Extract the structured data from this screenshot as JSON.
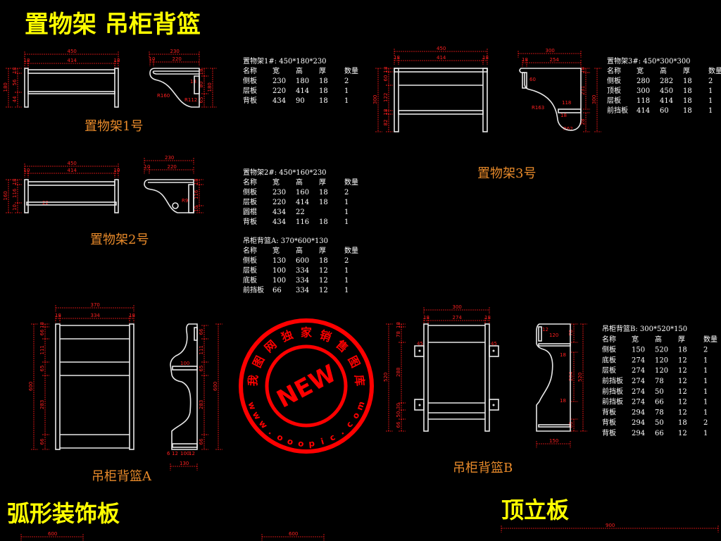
{
  "title": "置物架  吊柜背篮",
  "labels": {
    "shelf1": "置物架1号",
    "shelf2": "置物架2号",
    "shelf3": "置物架3号",
    "basketA": "吊柜背篮A",
    "basketB": "吊柜背篮B",
    "arc_panel": "弧形装饰板",
    "top_panel": "顶立板"
  },
  "tables": {
    "shelf1": {
      "title": "置物架1#: 450*180*230",
      "header": [
        "名称",
        "宽",
        "高",
        "厚",
        "数量"
      ],
      "rows": [
        [
          "侧板",
          "230",
          "180",
          "18",
          "2"
        ],
        [
          "层板",
          "220",
          "414",
          "18",
          "1"
        ],
        [
          "背板",
          "434",
          "90",
          "18",
          "1"
        ]
      ]
    },
    "shelf2": {
      "title": "置物架2#: 450*160*230",
      "header": [
        "名称",
        "宽",
        "高",
        "厚",
        "数量"
      ],
      "rows": [
        [
          "侧板",
          "230",
          "160",
          "18",
          "2"
        ],
        [
          "层板",
          "220",
          "414",
          "18",
          "1"
        ],
        [
          "圆棍",
          "434",
          "22",
          "",
          "1"
        ],
        [
          "背板",
          "434",
          "116",
          "18",
          "1"
        ]
      ]
    },
    "shelf3": {
      "title": "置物架3#: 450*300*300",
      "header": [
        "名称",
        "宽",
        "高",
        "厚",
        "数量"
      ],
      "rows": [
        [
          "侧板",
          "280",
          "282",
          "18",
          "2"
        ],
        [
          "顶板",
          "300",
          "450",
          "18",
          "1"
        ],
        [
          "层板",
          "118",
          "414",
          "18",
          "1"
        ],
        [
          "前挡板",
          "414",
          "60",
          "18",
          "1"
        ]
      ]
    },
    "basketA": {
      "title": "吊柜背篮A: 370*600*130",
      "header": [
        "名称",
        "宽",
        "高",
        "厚",
        "数量"
      ],
      "rows": [
        [
          "侧板",
          "130",
          "600",
          "18",
          "2"
        ],
        [
          "层板",
          "100",
          "334",
          "12",
          "1"
        ],
        [
          "底板",
          "100",
          "334",
          "12",
          "1"
        ],
        [
          "前挡板",
          "66",
          "334",
          "12",
          "1"
        ]
      ]
    },
    "basketB": {
      "title": "吊柜背篮B: 300*520*150",
      "header": [
        "名称",
        "宽",
        "高",
        "厚",
        "数量"
      ],
      "rows": [
        [
          "侧板",
          "150",
          "520",
          "18",
          "2"
        ],
        [
          "底板",
          "274",
          "120",
          "12",
          "1"
        ],
        [
          "层板",
          "274",
          "120",
          "12",
          "1"
        ],
        [
          "前挡板",
          "274",
          "78",
          "12",
          "1"
        ],
        [
          "前挡板",
          "274",
          "50",
          "12",
          "1"
        ],
        [
          "前挡板",
          "274",
          "66",
          "12",
          "1"
        ],
        [
          "背板",
          "294",
          "78",
          "12",
          "1"
        ],
        [
          "背板",
          "294",
          "50",
          "18",
          "2"
        ],
        [
          "背板",
          "294",
          "66",
          "12",
          "1"
        ]
      ]
    }
  },
  "dims": {
    "shelf1": [
      "450",
      "18",
      "414",
      "18",
      "180",
      "18",
      "56",
      "44",
      "230",
      "10",
      "220",
      "180",
      "18",
      "80",
      "65",
      "R160",
      "R112",
      "18"
    ],
    "shelf2": [
      "450",
      "10",
      "414",
      "10",
      "160",
      "116",
      "18",
      "10",
      "230",
      "10",
      "220",
      "18",
      "116",
      "10",
      "R9",
      "22"
    ],
    "shelf3": [
      "450",
      "18",
      "414",
      "18",
      "300",
      "18",
      "60",
      "122",
      "18",
      "82",
      "300",
      "18",
      "254",
      "300",
      "18",
      "231",
      "28",
      "R163",
      "R62",
      "118",
      "18",
      "60"
    ],
    "basketA": [
      "370",
      "18",
      "334",
      "18",
      "600",
      "18",
      "66",
      "111",
      "65",
      "283",
      "66",
      "600",
      "66",
      "111",
      "65",
      "283",
      "66",
      "100",
      "6",
      "12",
      "100",
      "12",
      "130"
    ],
    "basketB": [
      "300",
      "18",
      "274",
      "18",
      "520",
      "18",
      "78",
      "288",
      "30",
      "50",
      "66",
      "45",
      "45",
      "520",
      "78",
      "204",
      "66",
      "120",
      "12",
      "150",
      "18",
      "18"
    ],
    "bottom": [
      "600",
      "600",
      "900"
    ]
  },
  "watermark": {
    "top_text": "我图网独家销售图库",
    "bottom_text": "www.ooopic.com",
    "center_text": "NEW"
  },
  "colors": {
    "title": "#ffff00",
    "label": "#e88a2a",
    "dimension": "#ff0000",
    "line": "#e8e8e8",
    "background": "#000000"
  }
}
